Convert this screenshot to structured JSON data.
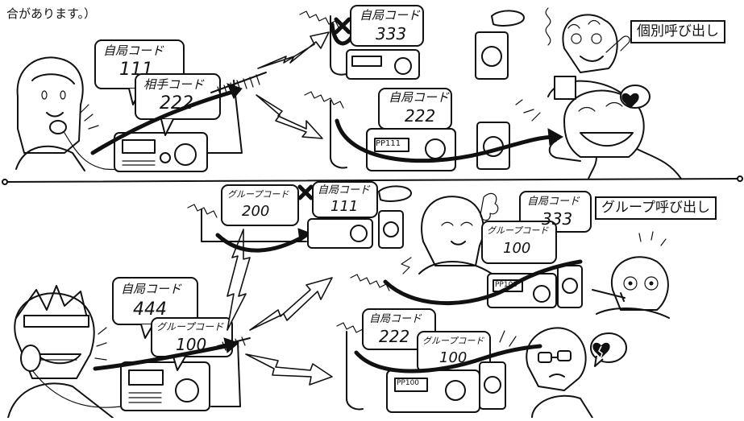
{
  "header_text": "合があります。）",
  "individual": {
    "section_label": "個別呼び出し",
    "caller": {
      "own_code_title": "自局コード",
      "own_code_value": "111",
      "partner_code_title": "相手コード",
      "partner_code_value": "222"
    },
    "receiver_rejected": {
      "own_code_title": "自局コード",
      "own_code_value": "333"
    },
    "receiver_accepted": {
      "own_code_title": "自局コード",
      "own_code_value": "222",
      "display": "PP111"
    }
  },
  "group": {
    "section_label": "グループ呼び出し",
    "caller": {
      "own_code_title": "自局コード",
      "own_code_value": "444",
      "group_code_title": "グループコード",
      "group_code_value": "100"
    },
    "receiver_rejected": {
      "group_code_title": "グループコード",
      "group_code_value": "200",
      "own_code_title": "自局コード",
      "own_code_value": "111"
    },
    "receiver_accepted_1": {
      "own_code_title": "自局コード",
      "own_code_value": "333",
      "group_code_title": "グループコード",
      "group_code_value": "100",
      "display": "PP100"
    },
    "receiver_accepted_2": {
      "own_code_title": "自局コード",
      "own_code_value": "222",
      "group_code_title": "グループコード",
      "group_code_value": "100",
      "display": "PP100"
    }
  },
  "icons": [
    "reject-x-icon",
    "heart-icon",
    "broken-heart-icon",
    "antenna-icon",
    "radio-icon",
    "speaker-icon",
    "lightning-icon"
  ],
  "colors": {
    "ink": "#111111",
    "paper": "#ffffff"
  }
}
